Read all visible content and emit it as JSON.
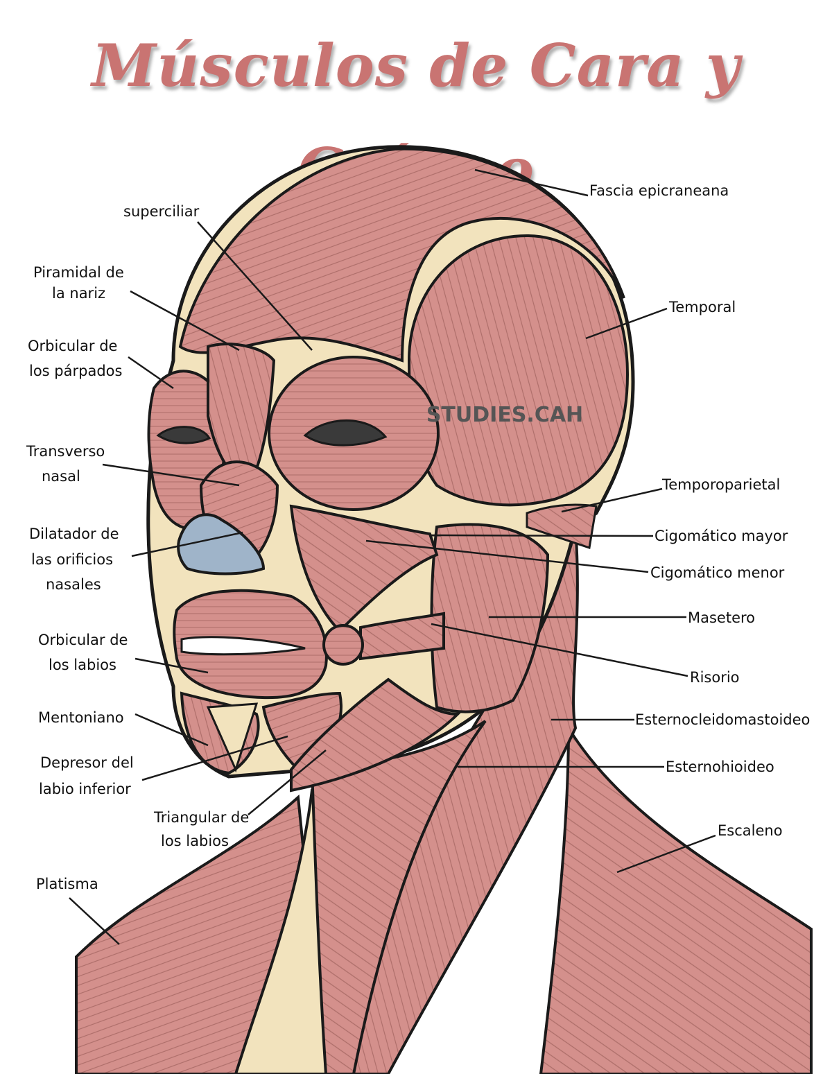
{
  "title": "Músculos de Cara y Cráneo",
  "watermark": "STUDIES.CAH",
  "colors": {
    "title": "#c97472",
    "muscle": "#d4908c",
    "bone": "#f2e3bd",
    "outline": "#1a1a1a",
    "nose": "#9fb4c9"
  },
  "labels": {
    "fascia": "Fascia epicraneana",
    "superciliar": "superciliar",
    "piramidal_1": "Piramidal de",
    "piramidal_2": "la nariz",
    "orb_parpados_1": "Orbicular de",
    "orb_parpados_2": "los párpados",
    "temporal": "Temporal",
    "transverso_1": "Transverso",
    "transverso_2": "nasal",
    "temporoparietal": "Temporoparietal",
    "dilatador_1": "Dilatador de",
    "dilatador_2": "las orificios",
    "dilatador_3": "nasales",
    "cig_mayor": "Cigomático mayor",
    "cig_menor": "Cigomático menor",
    "masetero": "Masetero",
    "orb_labios_1": "Orbicular de",
    "orb_labios_2": "los labios",
    "risorio": "Risorio",
    "mentoniano": "Mentoniano",
    "esternocleido": "Esternocleidomastoideo",
    "depresor_1": "Depresor del",
    "depresor_2": "labio inferior",
    "esternohioideo": "Esternohioideo",
    "triangular_1": "Triangular de",
    "triangular_2": "los labios",
    "escaleno": "Escaleno",
    "platisma": "Platisma"
  }
}
